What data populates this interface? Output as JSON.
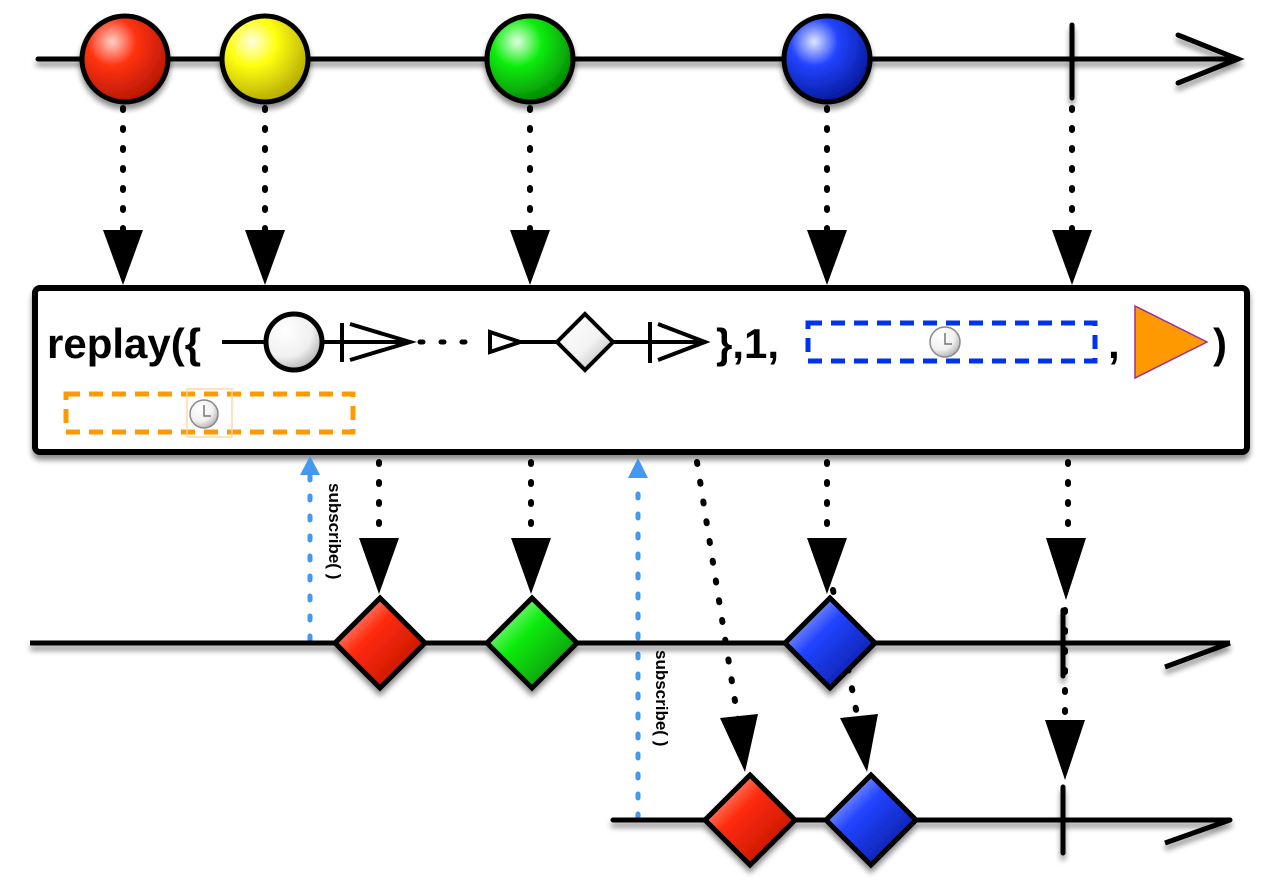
{
  "operator": {
    "name_text": "replay({",
    "close_brace_text": "},1,",
    "comma_text": ",",
    "close_paren_text": ")",
    "buffer_size": "1",
    "time_window_icon": "clock-icon",
    "scheduler_icon": "clock-icon",
    "scheduler_play_icon": "play-triangle-icon"
  },
  "colors": {
    "red": "#ff2200",
    "yellow": "#ffee00",
    "green": "#00ee00",
    "blue": "#0033ff",
    "subscribe_arrow": "#4499ee",
    "time_window_border": "#0033ee",
    "scheduler_border": "#ff9900",
    "play_triangle": "#ff9900"
  },
  "source_timeline": {
    "items": [
      {
        "color": "red",
        "t": 0.07
      },
      {
        "color": "yellow",
        "t": 0.19
      },
      {
        "color": "green",
        "t": 0.42
      },
      {
        "color": "blue",
        "t": 0.67
      }
    ],
    "completion_t": 0.89
  },
  "subscribers": [
    {
      "label": "subscribe( )",
      "items": [
        {
          "color": "red"
        },
        {
          "color": "green"
        },
        {
          "color": "blue"
        }
      ],
      "completed": true
    },
    {
      "label": "subscribe( )",
      "items": [
        {
          "color": "red"
        },
        {
          "color": "blue"
        }
      ],
      "completed": true
    }
  ]
}
